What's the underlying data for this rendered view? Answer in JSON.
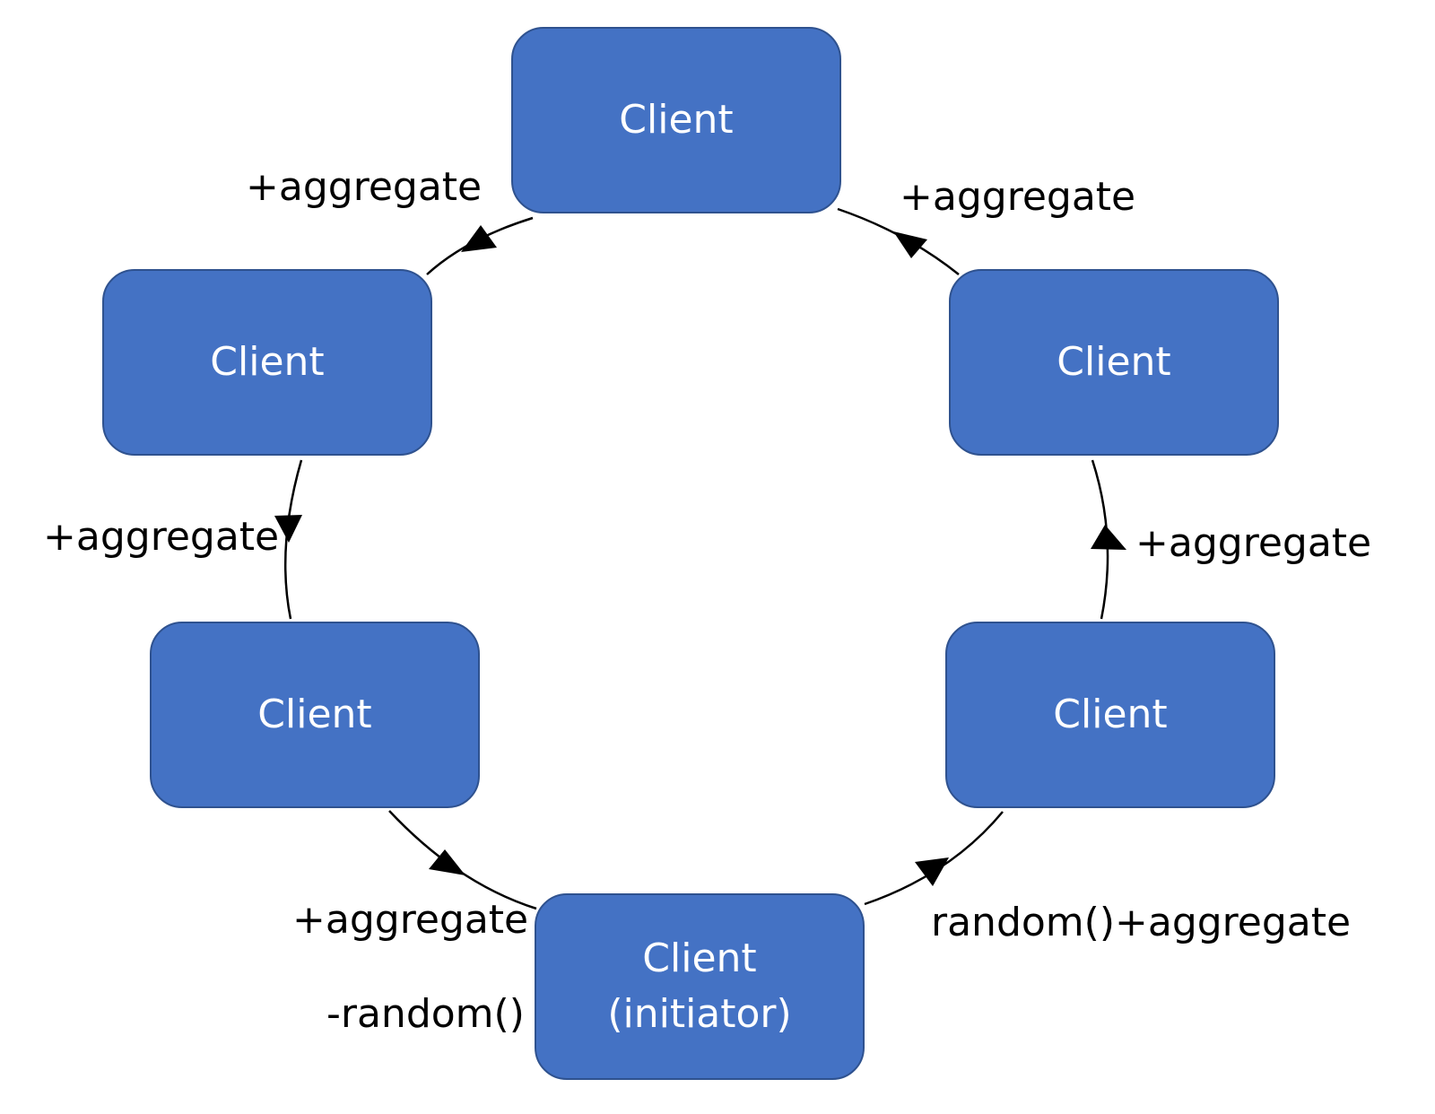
{
  "colors": {
    "node_fill": "#4472c4",
    "node_border": "#2f528f",
    "node_text": "#ffffff",
    "edge": "#000000",
    "label_text": "#000000"
  },
  "nodes": {
    "top": {
      "label": "Client"
    },
    "upper_left": {
      "label": "Client"
    },
    "upper_right": {
      "label": "Client"
    },
    "lower_left": {
      "label": "Client"
    },
    "lower_right": {
      "label": "Client"
    },
    "initiator": {
      "label": "Client",
      "sublabel": "(initiator)"
    }
  },
  "edges": {
    "top_to_upper_left": {
      "label": "+aggregate"
    },
    "upper_right_to_top": {
      "label": "+aggregate"
    },
    "upper_left_to_lower_left": {
      "label": "+aggregate"
    },
    "lower_right_to_upper_right": {
      "label": "+aggregate"
    },
    "lower_left_to_initiator": {
      "label": "+aggregate",
      "extra_label": "-random()"
    },
    "initiator_to_lower_right": {
      "label": "random()+aggregate"
    }
  }
}
